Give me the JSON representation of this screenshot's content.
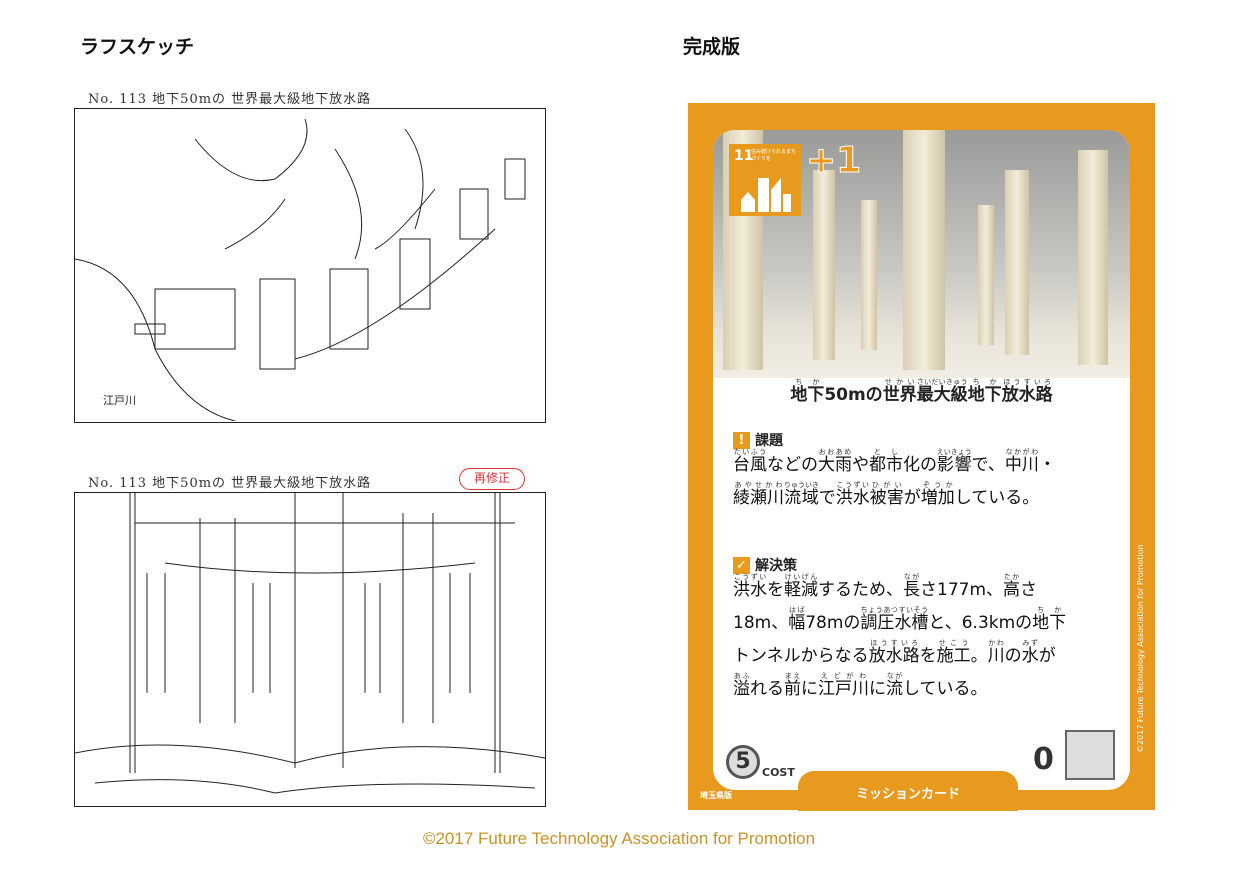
{
  "left_heading": "ラフスケッチ",
  "right_heading": "完成版",
  "sketch1_caption": "No. 113  地下50mの 世界最大級地下放水路",
  "sketch1_label": "江戸川",
  "sketch2_caption": "No. 113  地下50mの 世界最大級地下放水路",
  "revision_stamp": "再修正",
  "card": {
    "sdg_number": "11",
    "sdg_text": "住み続けられるまちづくりを",
    "bonus": "+1",
    "title": [
      [
        "地下",
        "ちか"
      ],
      "50mの",
      [
        "世界",
        "せかい"
      ],
      [
        "最大級",
        "さいだいきゅう"
      ],
      [
        "地下",
        "ちか"
      ],
      [
        "放水路",
        "ほうすいろ"
      ]
    ],
    "problem_label": "課題",
    "problem_icon": "!",
    "problem_lines": [
      [
        [
          "台風",
          "たいふう"
        ],
        "などの",
        [
          "大雨",
          "おおあめ"
        ],
        "や",
        [
          "都市",
          "とし"
        ],
        "化の",
        [
          "影響",
          "えいきょう"
        ],
        "で、",
        [
          "中川",
          "なかがわ"
        ],
        "・"
      ],
      [
        [
          "綾瀬川",
          "あやせかわ"
        ],
        [
          "流域",
          "りゅういき"
        ],
        "で",
        [
          "洪水",
          "こうずい"
        ],
        [
          "被害",
          "ひがい"
        ],
        "が",
        [
          "増加",
          "ぞうか"
        ],
        "している。"
      ]
    ],
    "solution_label": "解決策",
    "solution_icon": "✓",
    "solution_lines": [
      [
        [
          "洪水",
          "こうずい"
        ],
        "を",
        [
          "軽減",
          "けいげん"
        ],
        "するため、",
        [
          "長",
          "なが"
        ],
        "さ177m、",
        [
          "高",
          "たか"
        ],
        "さ"
      ],
      [
        "18m、",
        [
          "幅",
          "はば"
        ],
        "78mの",
        [
          "調圧水槽",
          "ちょうあつすいそう"
        ],
        "と、6.3kmの",
        [
          "地下",
          "ちか"
        ]
      ],
      [
        "トンネルからなる",
        [
          "放水路",
          "ほうすいろ"
        ],
        "を",
        [
          "施工",
          "せこう"
        ],
        "。",
        [
          "川",
          "かわ"
        ],
        "の",
        [
          "水",
          "みず"
        ],
        "が"
      ],
      [
        [
          "溢",
          "あふ"
        ],
        "れる",
        [
          "前",
          "まえ"
        ],
        "に",
        [
          "江戸川",
          "えどがわ"
        ],
        "に",
        [
          "流",
          "なが"
        ],
        "している。"
      ]
    ],
    "cost_value": "5",
    "cost_label": "COST",
    "score": "0",
    "card_type": "ミッションカード",
    "edition": "埼玉県版",
    "card_copyright": "©2017 Future Technology Association for Promotion"
  },
  "footer": "©2017 Future Technology Association for Promotion",
  "colors": {
    "card_orange": "#e89a1f",
    "footer": "#c8922a",
    "stamp": "#dd3333"
  }
}
